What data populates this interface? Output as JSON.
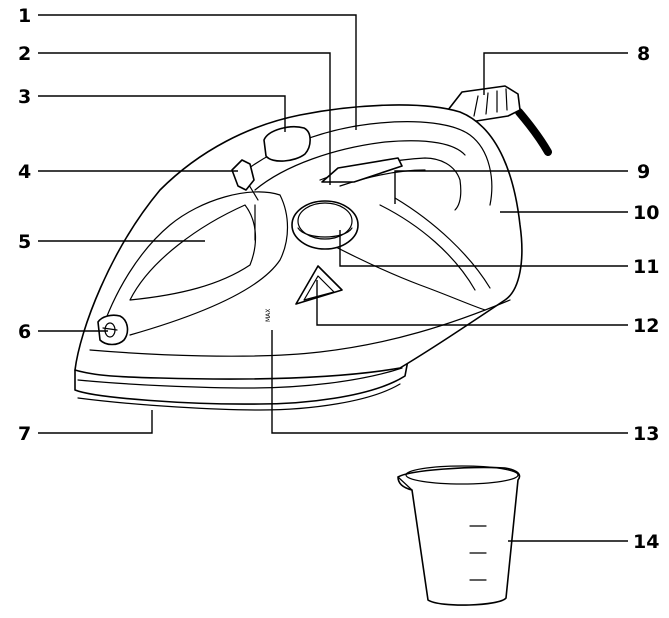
{
  "callouts": [
    {
      "id": "1",
      "label": "1"
    },
    {
      "id": "2",
      "label": "2"
    },
    {
      "id": "3",
      "label": "3"
    },
    {
      "id": "4",
      "label": "4"
    },
    {
      "id": "5",
      "label": "5"
    },
    {
      "id": "6",
      "label": "6"
    },
    {
      "id": "7",
      "label": "7"
    },
    {
      "id": "8",
      "label": "8"
    },
    {
      "id": "9",
      "label": "9"
    },
    {
      "id": "10",
      "label": "10"
    },
    {
      "id": "11",
      "label": "11"
    },
    {
      "id": "12",
      "label": "12"
    },
    {
      "id": "13",
      "label": "13"
    },
    {
      "id": "14",
      "label": "14"
    }
  ],
  "engraving_text": "MAX"
}
